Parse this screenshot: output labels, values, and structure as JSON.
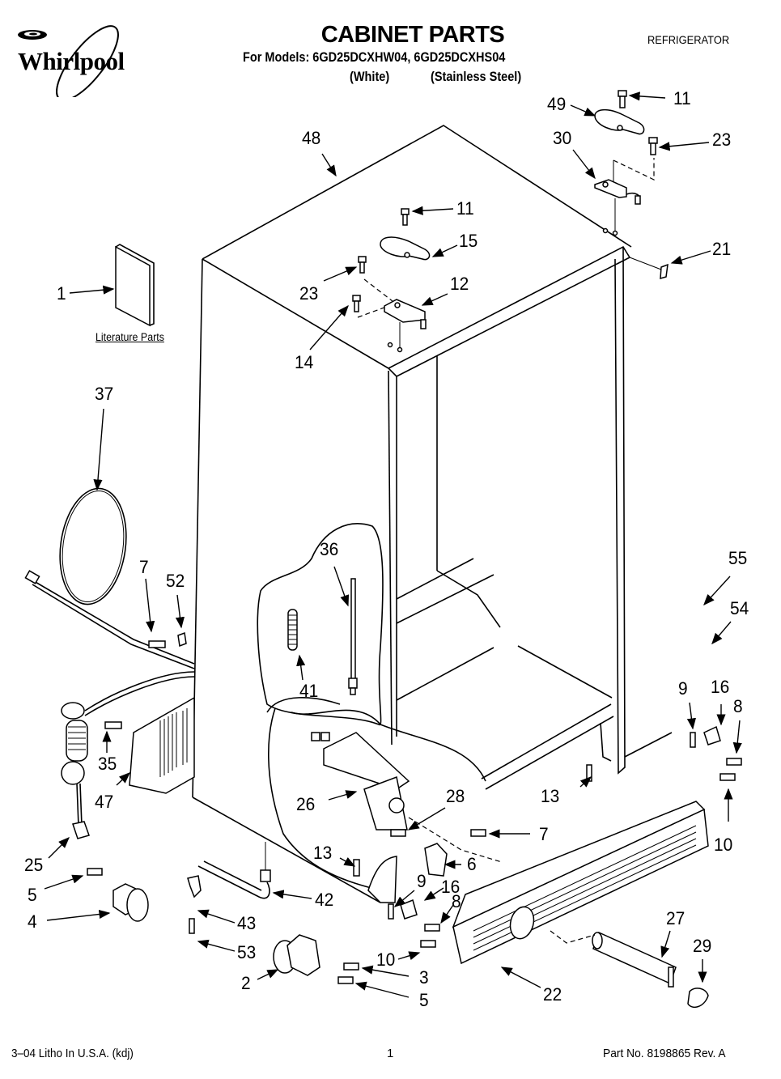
{
  "header": {
    "brand": "Whirlpool",
    "title": "CABINET PARTS",
    "models_line": "For Models: 6GD25DCXHW04, 6GD25DCXHS04",
    "variant_white": "(White)",
    "variant_stainless": "(Stainless Steel)",
    "appliance_type": "REFRIGERATOR"
  },
  "diagram": {
    "literature_label": "Literature Parts",
    "callouts": [
      {
        "id": "c49a",
        "label": "49"
      },
      {
        "id": "c11a",
        "label": "11"
      },
      {
        "id": "c30",
        "label": "30"
      },
      {
        "id": "c23a",
        "label": "23"
      },
      {
        "id": "c48",
        "label": "48"
      },
      {
        "id": "c11b",
        "label": "11"
      },
      {
        "id": "c15",
        "label": "15"
      },
      {
        "id": "c21",
        "label": "21"
      },
      {
        "id": "c1",
        "label": "1"
      },
      {
        "id": "c23b",
        "label": "23"
      },
      {
        "id": "c12",
        "label": "12"
      },
      {
        "id": "c14",
        "label": "14"
      },
      {
        "id": "c37",
        "label": "37"
      },
      {
        "id": "c36",
        "label": "36"
      },
      {
        "id": "c55",
        "label": "55"
      },
      {
        "id": "c54",
        "label": "54"
      },
      {
        "id": "c7a",
        "label": "7"
      },
      {
        "id": "c52",
        "label": "52"
      },
      {
        "id": "c41",
        "label": "41"
      },
      {
        "id": "c9a",
        "label": "9"
      },
      {
        "id": "c16a",
        "label": "16"
      },
      {
        "id": "c8a",
        "label": "8"
      },
      {
        "id": "c35",
        "label": "35"
      },
      {
        "id": "c47",
        "label": "47"
      },
      {
        "id": "c26",
        "label": "26"
      },
      {
        "id": "c28",
        "label": "28"
      },
      {
        "id": "c13a",
        "label": "13"
      },
      {
        "id": "c10a",
        "label": "10"
      },
      {
        "id": "c7b",
        "label": "7"
      },
      {
        "id": "c25",
        "label": "25"
      },
      {
        "id": "c13b",
        "label": "13"
      },
      {
        "id": "c6",
        "label": "6"
      },
      {
        "id": "c5a",
        "label": "5"
      },
      {
        "id": "c9b",
        "label": "9"
      },
      {
        "id": "c16b",
        "label": "16"
      },
      {
        "id": "c42",
        "label": "42"
      },
      {
        "id": "c8b",
        "label": "8"
      },
      {
        "id": "c4",
        "label": "4"
      },
      {
        "id": "c43",
        "label": "43"
      },
      {
        "id": "c27",
        "label": "27"
      },
      {
        "id": "c29",
        "label": "29"
      },
      {
        "id": "c53",
        "label": "53"
      },
      {
        "id": "c10b",
        "label": "10"
      },
      {
        "id": "c2",
        "label": "2"
      },
      {
        "id": "c3",
        "label": "3"
      },
      {
        "id": "c5b",
        "label": "5"
      },
      {
        "id": "c22",
        "label": "22"
      }
    ]
  },
  "footer": {
    "print_info": "3–04 Litho In U.S.A. (kdj)",
    "page_number": "1",
    "part_number": "Part No. 8198865 Rev. A"
  }
}
